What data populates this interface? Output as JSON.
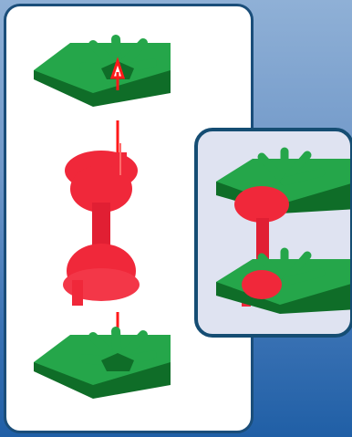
{
  "illustration": {
    "steps": [
      "top-plate",
      "connector",
      "bottom-plate",
      "assembled-result"
    ],
    "colors": {
      "plate_green": "#1f9a3a",
      "plate_dark": "#0f6d28",
      "connector_red": "#f0283a",
      "arrow_red": "#ff1a1a",
      "panel_border": "#1b4e7a",
      "inset_bg": "#dfe3f1",
      "background": "#4f86c0"
    }
  }
}
